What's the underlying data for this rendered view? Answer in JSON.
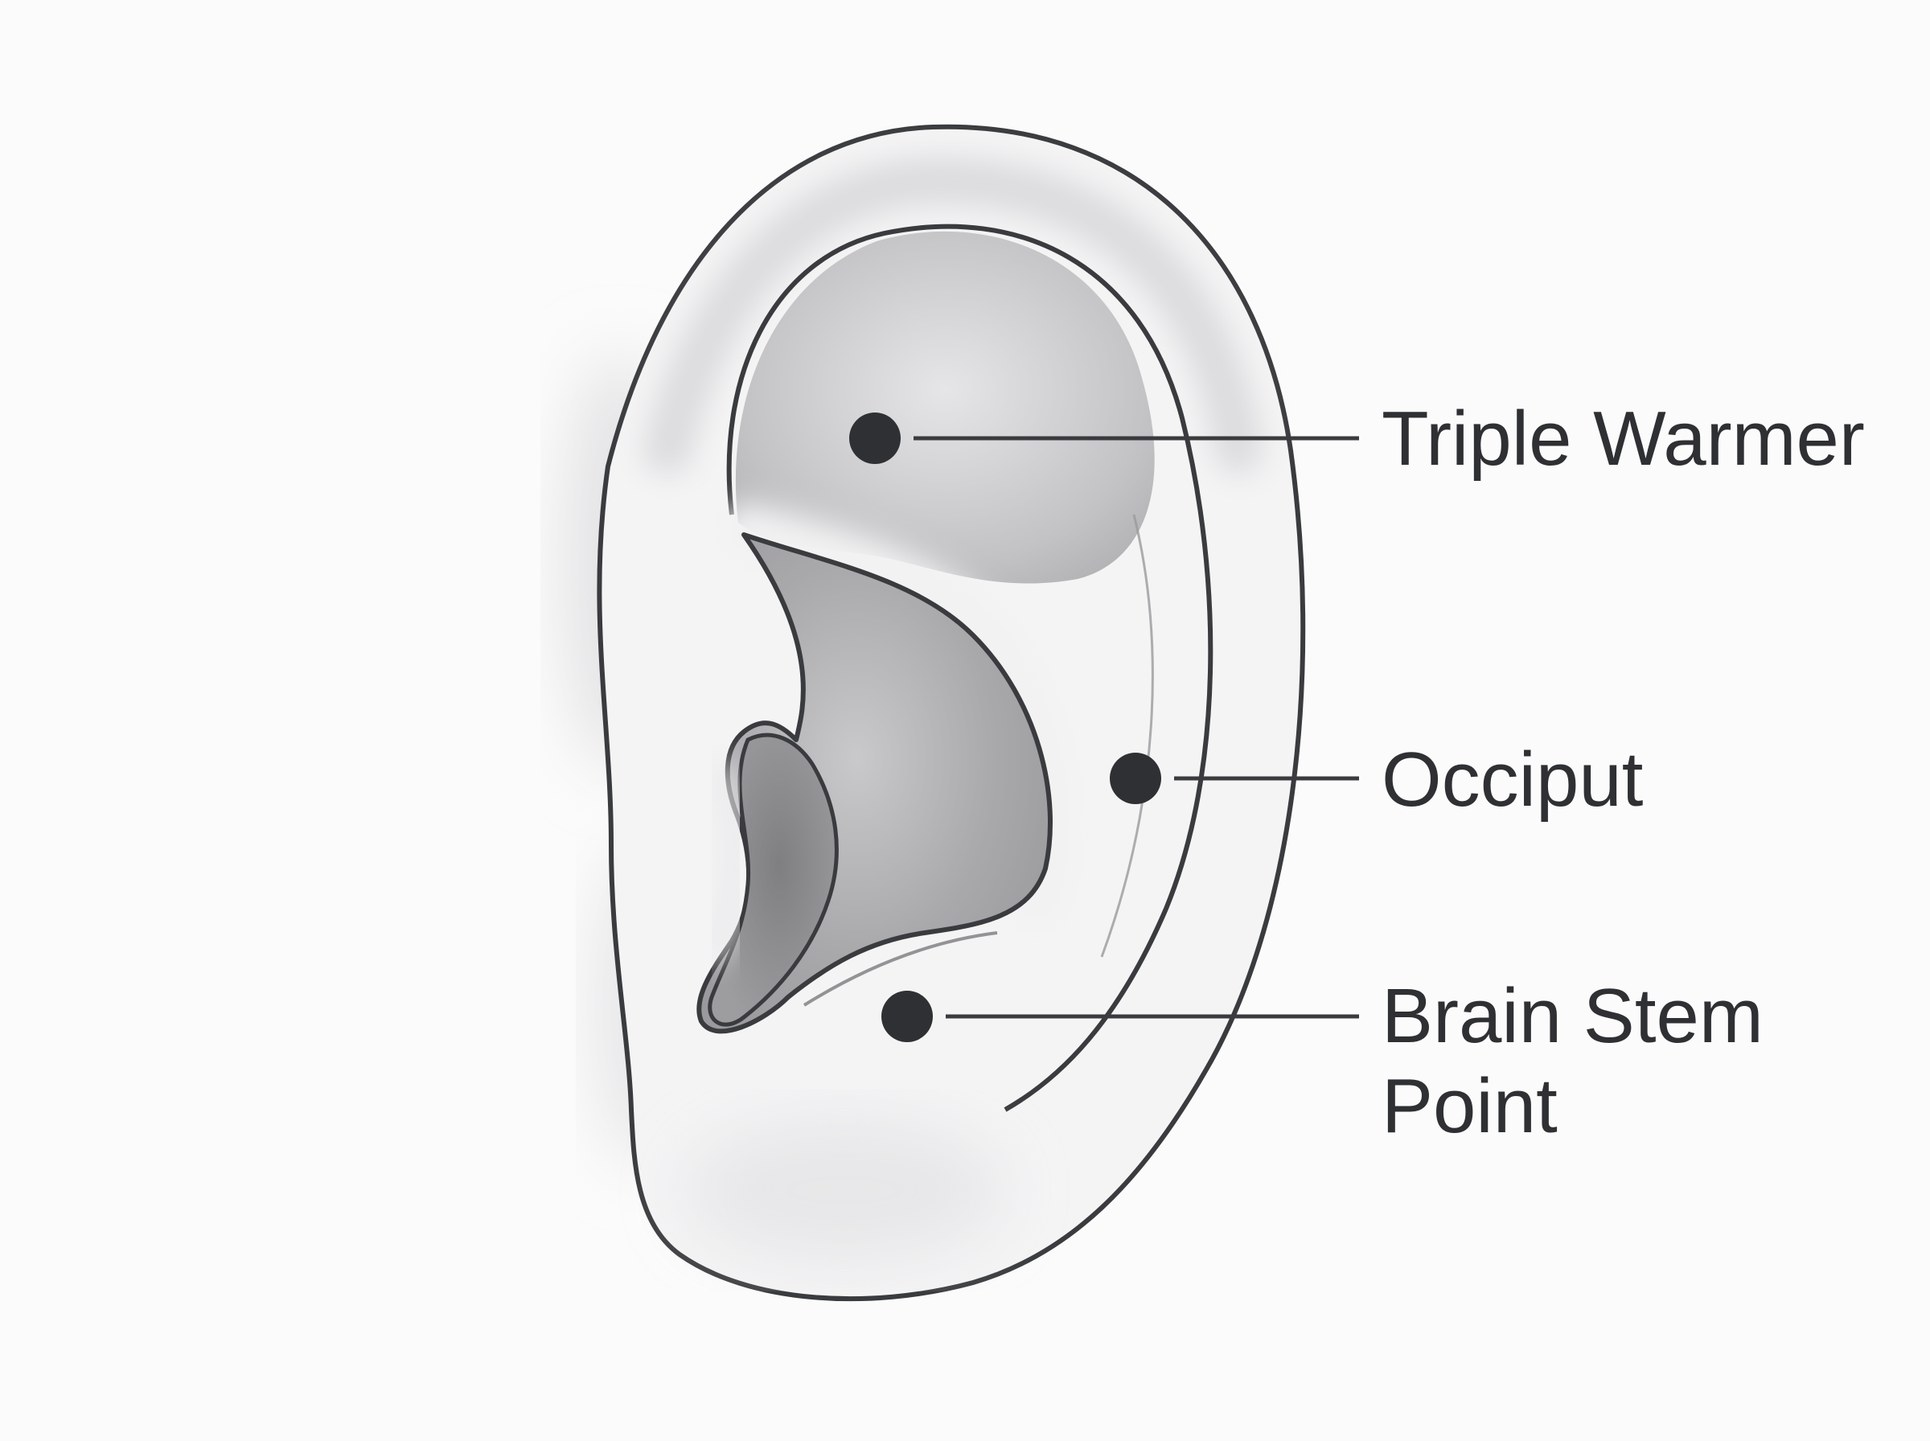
{
  "diagram": {
    "background": "#fbfbfb",
    "ink_color": "#3a3b3e",
    "point_color": "#2f3033",
    "shading_color": "#8c8c8e",
    "points": [
      {
        "id": "triple-warmer",
        "lines": [
          "Triple Warmer"
        ]
      },
      {
        "id": "occiput",
        "lines": [
          "Occiput"
        ]
      },
      {
        "id": "brain-stem-point",
        "lines": [
          "Brain Stem",
          "Point"
        ]
      }
    ]
  }
}
